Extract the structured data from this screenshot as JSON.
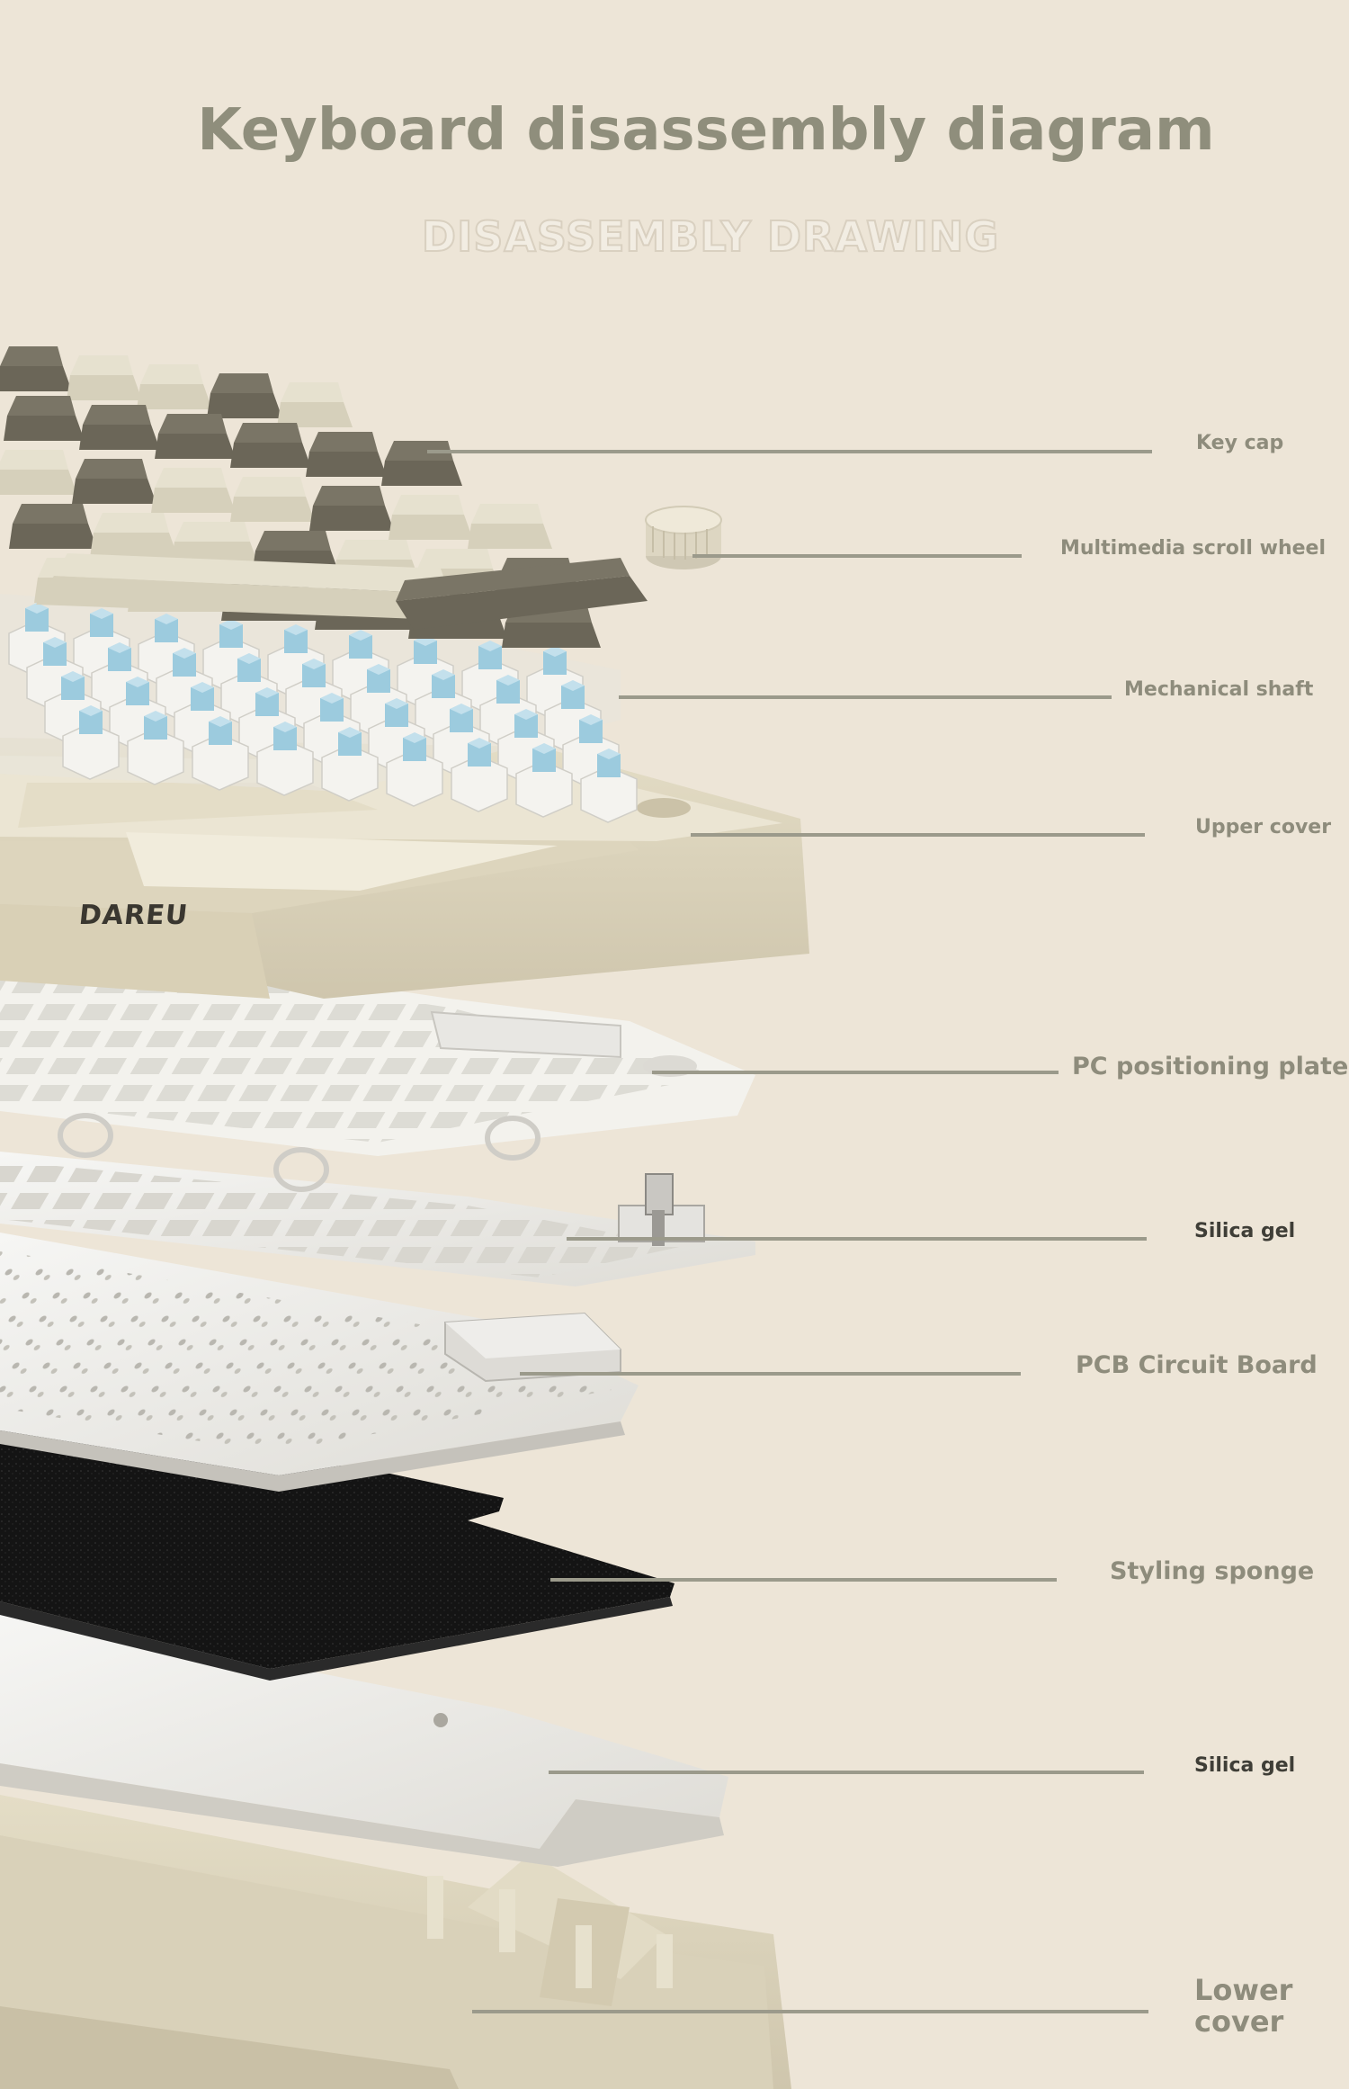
{
  "header": {
    "title": "Keyboard disassembly diagram",
    "subtitle": "DISASSEMBLY DRAWING"
  },
  "brand": {
    "logo_text": "DAREU"
  },
  "parts": [
    {
      "label": "Key cap"
    },
    {
      "label": "Multimedia scroll wheel"
    },
    {
      "label": "Mechanical shaft"
    },
    {
      "label": "Upper cover"
    },
    {
      "label": "PC positioning plate"
    },
    {
      "label": "Silica gel"
    },
    {
      "label": "PCB Circuit Board"
    },
    {
      "label": "Styling sponge"
    },
    {
      "label": "Silica gel"
    },
    {
      "label": "Lower cover"
    }
  ],
  "colors": {
    "background": "#ede5d7",
    "title": "#8f8e7c",
    "leader_line": "#9b9a8b",
    "keycap_dark": "#7a7566",
    "keycap_light": "#e6e1cf",
    "switch_blue": "#9ccbde",
    "sponge": "#161616"
  }
}
